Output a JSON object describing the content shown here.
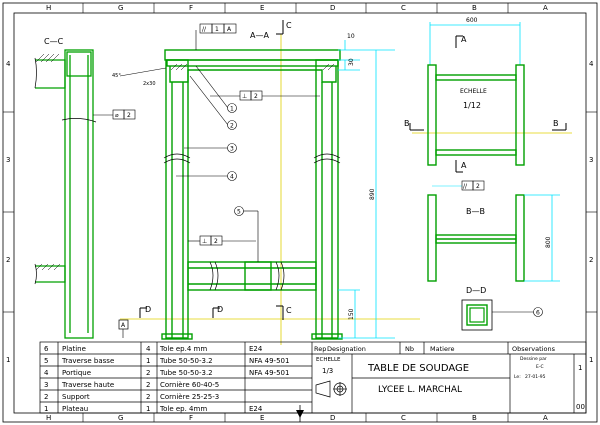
{
  "colors": {
    "ink": "#000000",
    "part": "#00a000",
    "dim": "#00e5ff",
    "axis": "#e0d000",
    "cut": "#000000"
  },
  "frame": {
    "top_letters": [
      "H",
      "G",
      "F",
      "E",
      "D",
      "C",
      "B",
      "A"
    ],
    "bottom_letters": [
      "H",
      "G",
      "F",
      "E",
      "D",
      "C",
      "B",
      "A"
    ],
    "left_numbers": [
      "4",
      "3",
      "2",
      "1"
    ],
    "right_numbers": [
      "4",
      "3",
      "2",
      "1"
    ],
    "corner_mark": "1",
    "corner_code": "00"
  },
  "sections": {
    "cc_label": "C—C",
    "aa_label": "A—A",
    "bb_label": "B—B",
    "dd_label": "D—D",
    "scale_word": "ECHELLE",
    "scale_small": "1/12"
  },
  "cut_marks": {
    "A": "A",
    "B": "B",
    "C": "C",
    "D": "D"
  },
  "dimensions": {
    "d10": "10",
    "d30": "30",
    "d890": "890",
    "d150": "150",
    "d800": "800",
    "d600": "600"
  },
  "weld_symbols": {
    "w_top": [
      "//",
      "1",
      "A"
    ],
    "w_mid": [
      "⊥",
      "2"
    ],
    "w_left": [
      "⌀",
      "2"
    ],
    "w_bottom": [
      "⊥",
      "2"
    ],
    "w_bb": [
      "//",
      "2"
    ]
  },
  "callouts": [
    "1",
    "2",
    "3",
    "4",
    "5",
    "6"
  ],
  "chamfer_note": "45°",
  "chamfer_note2": "2x30",
  "datum": "A",
  "bom": {
    "rows": [
      {
        "rep": "6",
        "designation": "Platine",
        "nb": "4",
        "matiere": "Tole ep.4 mm",
        "obs": "E24"
      },
      {
        "rep": "5",
        "designation": "Traverse basse",
        "nb": "1",
        "matiere": "Tube 50-50-3.2",
        "obs": "NFA 49-501"
      },
      {
        "rep": "4",
        "designation": "Portique",
        "nb": "2",
        "matiere": "Tube 50-50-3.2",
        "obs": "NFA 49-501"
      },
      {
        "rep": "3",
        "designation": "Traverse haute",
        "nb": "2",
        "matiere": "Cornière 60-40-5",
        "obs": ""
      },
      {
        "rep": "2",
        "designation": "Support",
        "nb": "2",
        "matiere": "Cornière 25-25-3",
        "obs": ""
      },
      {
        "rep": "1",
        "designation": "Plateau",
        "nb": "1",
        "matiere": "Tole ep. 4mm",
        "obs": "E24"
      }
    ],
    "headers": {
      "rep": "Rep",
      "designation": "Designation",
      "nb": "Nb",
      "matiere": "Matiere",
      "obs": "Observations"
    }
  },
  "title_block": {
    "echelle_label": "ECHELLE",
    "echelle_value": "1/3",
    "title": "TABLE DE SOUDAGE",
    "school": "LYCEE L. MARCHAL",
    "dessine_par": "Dessine par",
    "author": "E-C",
    "date_label": "Le:",
    "date": "27-01-95"
  }
}
